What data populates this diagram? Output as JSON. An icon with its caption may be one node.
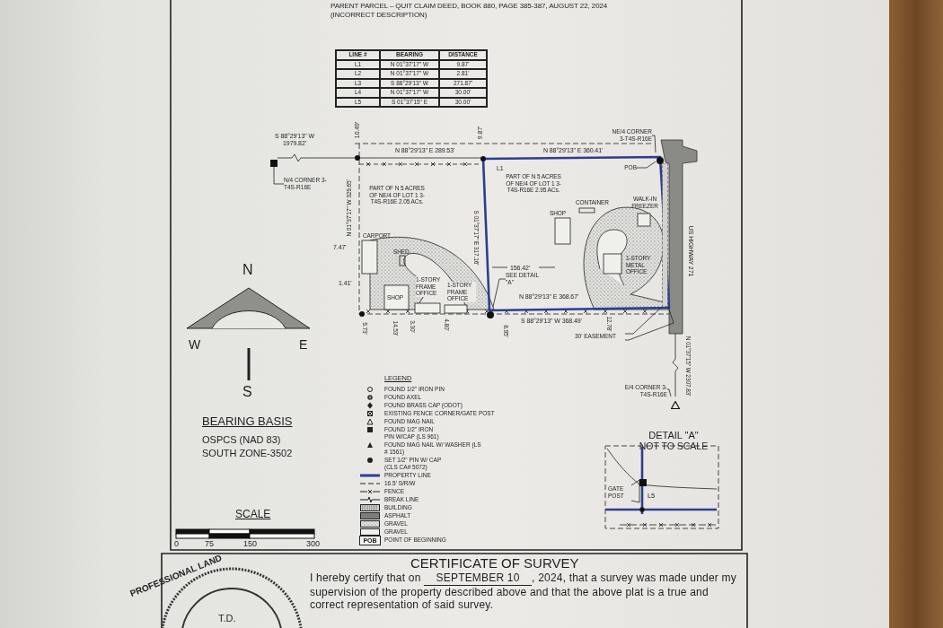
{
  "diagram": {
    "nodes": [
      {
        "text": [
          "N/4 CORNER 3-T4S-R16E"
        ]
      },
      {
        "text": [],
        "shape": "box"
      },
      {
        "text": [
          "NE/4 CORNER 3-T4S-R16E"
        ]
      },
      {
        "text": [
          "POB"
        ]
      },
      {
        "text": [],
        "shape": "circle"
      },
      {
        "text": [
          "E/4 CORNER 3-T4S-R16E"
        ]
      },
      {
        "text": [],
        "shape": "triangle"
      },
      {
        "text": [
          "SEE DETAIL \"A\""
        ]
      },
      {
        "text": [
          "30' EASEMENT"
        ]
      },
      {
        "text": [
          "GATE POST"
        ]
      },
      {
        "text": [],
        "shape": "circle"
      },
      {
        "text": [],
        "shape": "bar"
      },
      {
        "text": [],
        "shape": "box"
      }
    ],
    "edges": [
      {
        "from": 0,
        "to": 1,
        "arrow": "none"
      },
      {
        "from": 2,
        "to": 4,
        "arrow": "none"
      },
      {
        "from": 3,
        "to": 4,
        "arrow": "none"
      },
      {
        "from": 5,
        "to": 6,
        "arrow": "none"
      },
      {
        "from": 7,
        "to": 10,
        "arrow": "none"
      },
      {
        "from": 8,
        "to": 11,
        "arrow": "none"
      },
      {
        "from": 8,
        "to": 11,
        "arrow": "none"
      },
      {
        "from": 9,
        "to": 12,
        "arrow": "none"
      },
      {
        "from": 9,
        "to": 12,
        "arrow": "none"
      }
    ],
    "labels": [
      "PARENT PARCEL – QUIT CLAIM DEED, BOOK 880, PAGE 385-387, AUGUST 22, 2024",
      "(INCORRECT DESCRIPTION)",
      "LINE #",
      "BEARING",
      "DISTANCE",
      "L1",
      "N 01°37'17\" W",
      "9.87'",
      "L2",
      "N 01°37'17\" W",
      "2.81'",
      "L3",
      "S 88°29'13\" W",
      "271.87'",
      "L4",
      "N 01°37'17\" W",
      "30.00'",
      "L5",
      "S 01°37'15\" E",
      "30.00'",
      "S 88°29'13\" W 1979.82'",
      "10.49'",
      "N 88°29'13\" E 289.53'",
      "9.87'",
      "N 88°29'13\" E 360.41'",
      "L1",
      "PART OF N 5 ACRES OF NE/4 OF LOT 1 3-T4S-R16E 2.05 ACs.",
      "PART OF N 5 ACRES OF NE/4 OF LOT 1 3-T4S-R16E 2.95 ACs.",
      "N 01°37'17\" W 329.65'",
      "S 01°37'17\" E 317.16'",
      "SHOP",
      "CONTAINER",
      "WALK-IN FREEZER",
      "156.42'",
      "1-STORY METAL OFFICE",
      "US HIGHWAY 271",
      "CARPORT",
      "7.47'",
      "SHED",
      "1.41'",
      "SHOP",
      "1-STORY FRAME OFFICE",
      "1-STORY FRAME OFFICE",
      "N 88°29'13\" E 368.67'",
      "S 88°29'13\" W 368.49'",
      "9.73'",
      "14.53'",
      "3.30'",
      "4.80'",
      "8.95'",
      "12.78'",
      "N 01°37'15\" W 2307.83'",
      "N",
      "W",
      "E",
      "S",
      "BEARING BASIS",
      "OSPCS (NAD 83)",
      "SOUTH ZONE-3502",
      "SCALE",
      "0",
      "75",
      "150",
      "300",
      "LEGEND",
      "DETAIL \"A\"",
      "NOT TO SCALE",
      "L5",
      "CERTIFICATE OF SURVEY",
      "PROFESSIONAL LAND",
      "I hereby certify that on",
      "SEPTEMBER 10",
      ", 2024, that a survey was made under my supervision of the property described above and that the above plat is a true and correct representation of said survey.",
      "T.D.",
      "POB"
    ],
    "legend": [
      {
        "text": "FOUND 1/2\" IRON PIN"
      },
      {
        "text": "FOUND AXEL"
      },
      {
        "text": "FOUND BRASS CAP (ODOT)"
      },
      {
        "text": "EXISTING FENCE CORNER/GATE POST"
      },
      {
        "text": "FOUND MAG NAIL"
      },
      {
        "text": "FOUND 1/2\" IRON PIN W/CAP (LS 961)"
      },
      {
        "text": "FOUND MAG NAIL W/ WASHER (LS # 1561)"
      },
      {
        "text": "SET 1/2\" PIN W/ CAP (CLS CA# 5072)"
      },
      {
        "text": "PROPERTY LINE"
      },
      {
        "text": "16.5' S/R/W"
      },
      {
        "text": "FENCE"
      },
      {
        "text": "BREAK LINE"
      },
      {
        "text": "BUILDING"
      },
      {
        "text": "ASPHALT"
      },
      {
        "text": "GRAVEL"
      },
      {
        "text": "GRAVEL"
      },
      {
        "text": "POINT OF BEGINNING"
      }
    ]
  }
}
